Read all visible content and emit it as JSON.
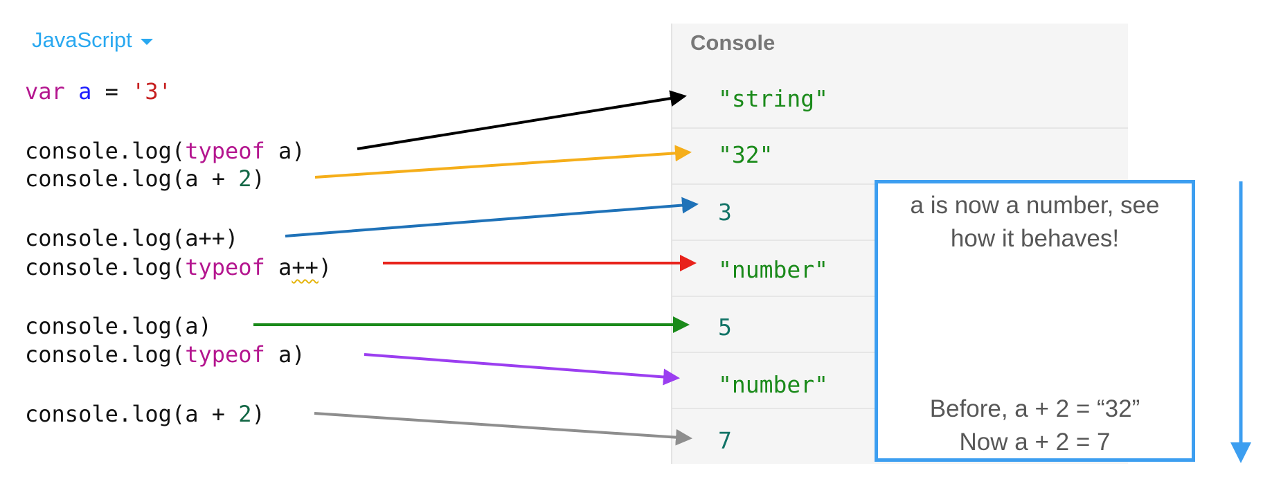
{
  "editor": {
    "language_label": "JavaScript",
    "lines": {
      "l1": {
        "kw": "var",
        "var": "a",
        "op": " = ",
        "str": "'3'"
      },
      "l2": {
        "pre": "console.log(",
        "kw": "typeof",
        "post": " a)"
      },
      "l3": {
        "pre": "console.log(a + ",
        "num": "2",
        "post": ")"
      },
      "l4": {
        "text": "console.log(a++)"
      },
      "l5": {
        "pre": "console.log(",
        "kw": "typeof",
        "mid": " a",
        "squig": "++",
        "post": ")"
      },
      "l6": {
        "text": "console.log(a)"
      },
      "l7": {
        "pre": "console.log(",
        "kw": "typeof",
        "post": " a)"
      },
      "l8": {
        "pre": "console.log(a + ",
        "num": "2",
        "post": ")"
      }
    }
  },
  "console": {
    "title": "Console",
    "outputs": [
      "\"string\"",
      "\"32\"",
      "3",
      "\"number\"",
      "5",
      "\"number\"",
      "7"
    ]
  },
  "annotation": {
    "top": [
      "a is now a number, see",
      "how it behaves!"
    ],
    "bottom": [
      "Before, a + 2 = “32”",
      "Now a + 2 = 7"
    ]
  },
  "colors": {
    "arrow_1": "#000000",
    "arrow_2": "#f5ae1a",
    "arrow_3": "#1f72b8",
    "arrow_4": "#e8221b",
    "arrow_5": "#1a8a1a",
    "arrow_6": "#9b3ef0",
    "arrow_7": "#8e8e8e",
    "annotation_border": "#3c9ef0",
    "link": "#29a8f0"
  }
}
